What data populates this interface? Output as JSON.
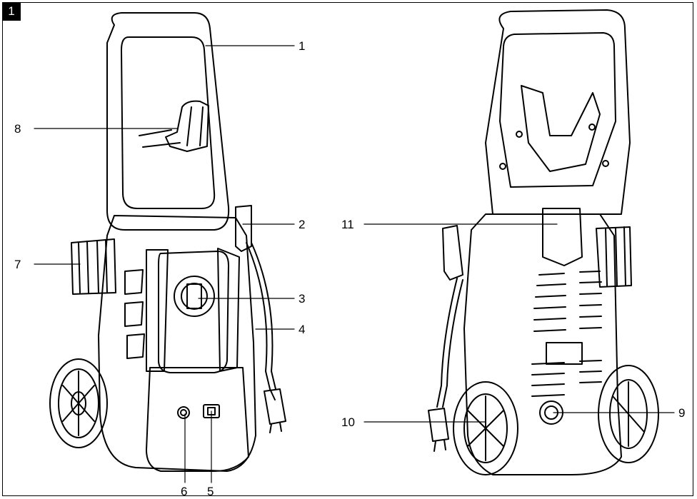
{
  "figure": {
    "badge": "1",
    "callouts": {
      "c1": "1",
      "c2": "2",
      "c3": "3",
      "c4": "4",
      "c5": "5",
      "c6": "6",
      "c7": "7",
      "c8": "8",
      "c9": "9",
      "c10": "10",
      "c11": "11"
    }
  }
}
